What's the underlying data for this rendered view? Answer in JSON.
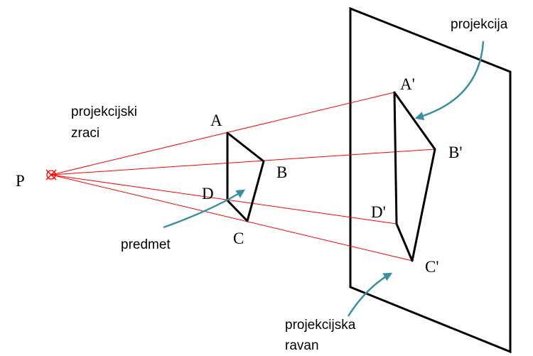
{
  "points": {
    "P": "P",
    "A": "A",
    "B": "B",
    "C": "C",
    "D": "D",
    "A2": "A'",
    "B2": "B'",
    "C2": "C'",
    "D2": "D'"
  },
  "labels": {
    "rays_line1": "projekcijski",
    "rays_line2": "zraci",
    "object": "predmet",
    "projection": "projekcija",
    "plane_line1": "projekcijska",
    "plane_line2": "ravan"
  },
  "colors": {
    "ray": "#ff0000",
    "arrow": "#3a90a0",
    "outline": "#000000"
  }
}
